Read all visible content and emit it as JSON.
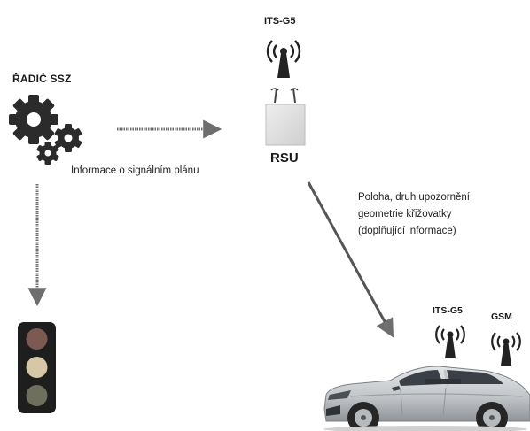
{
  "diagram": {
    "controller": {
      "label": "ŘADIČ SSZ",
      "icon": "gears-icon"
    },
    "rsu": {
      "label": "RSU",
      "antenna_label": "ITS-G5",
      "icon": "rsu-box-icon"
    },
    "vehicle": {
      "its_label": "ITS-G5",
      "gsm_label": "GSM",
      "icon": "car-icon"
    },
    "traffic_light": {
      "icon": "traffic-light-icon"
    },
    "links": {
      "controller_to_rsu": "Informace o signálním plánu",
      "rsu_to_vehicle": [
        "Poloha, druh upozornění",
        "geometrie křižovatky",
        "(doplňující informace)"
      ]
    },
    "colors": {
      "ink": "#1a1a1a",
      "arrow": "#6e6e6e",
      "car_body": "#c7c9cc",
      "rsu_box": "#dcdcdc"
    }
  }
}
